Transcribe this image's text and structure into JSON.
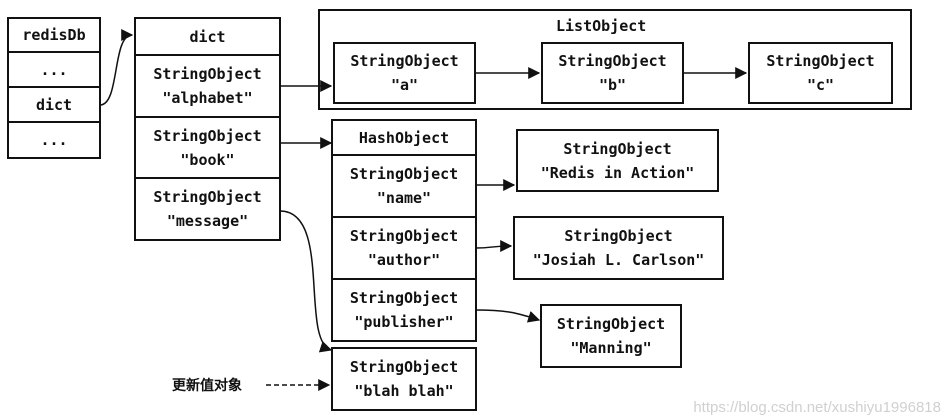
{
  "redisDb": {
    "title": "redisDb",
    "cells": [
      "...",
      "dict",
      "..."
    ]
  },
  "dict": {
    "title": "dict",
    "entries": [
      {
        "type": "StringObject",
        "value": "\"alphabet\""
      },
      {
        "type": "StringObject",
        "value": "\"book\""
      },
      {
        "type": "StringObject",
        "value": "\"message\""
      }
    ]
  },
  "list_object": {
    "title": "ListObject",
    "items": [
      {
        "type": "StringObject",
        "value": "\"a\""
      },
      {
        "type": "StringObject",
        "value": "\"b\""
      },
      {
        "type": "StringObject",
        "value": "\"c\""
      }
    ]
  },
  "hash_object": {
    "title": "HashObject",
    "keys": [
      {
        "type": "StringObject",
        "value": "\"name\""
      },
      {
        "type": "StringObject",
        "value": "\"author\""
      },
      {
        "type": "StringObject",
        "value": "\"publisher\""
      }
    ],
    "values": [
      {
        "type": "StringObject",
        "value": "\"Redis in Action\""
      },
      {
        "type": "StringObject",
        "value": "\"Josiah L. Carlson\""
      },
      {
        "type": "StringObject",
        "value": "\"Manning\""
      }
    ]
  },
  "message_value": {
    "type": "StringObject",
    "value": "\"blah blah\""
  },
  "update_note": "更新值对象",
  "watermark": "https://blog.csdn.net/xushiyu1996818",
  "colors": {
    "stroke": "#111111",
    "watermark": "#d0d0d0"
  }
}
